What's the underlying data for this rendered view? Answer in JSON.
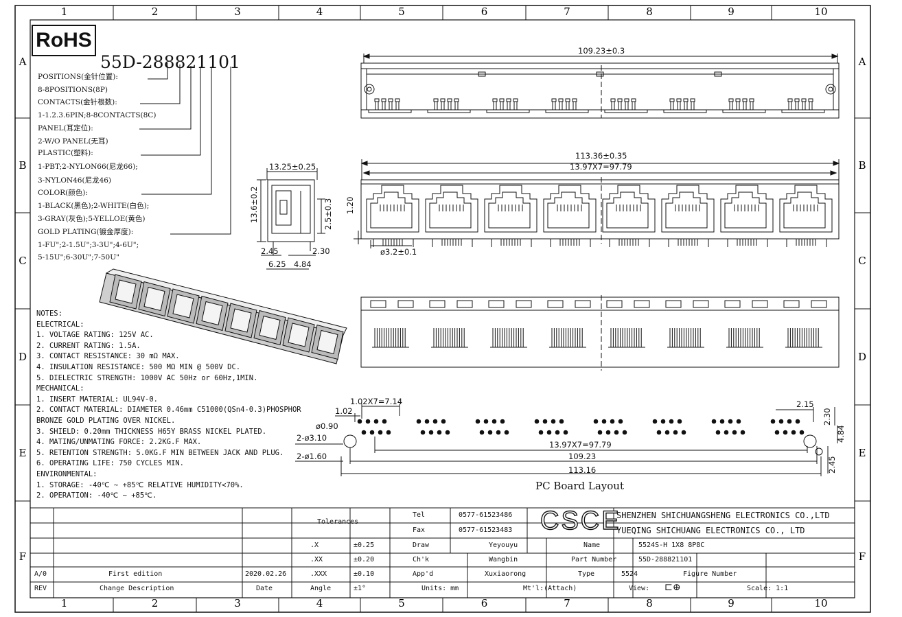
{
  "grid": {
    "cols": [
      "1",
      "2",
      "3",
      "4",
      "5",
      "6",
      "7",
      "8",
      "9",
      "10"
    ],
    "rows": [
      "A",
      "B",
      "C",
      "D",
      "E",
      "F"
    ]
  },
  "rohs": "RoHS",
  "part_code": "55D-288821101",
  "part_legend": [
    "POSITIONS(金针位置):",
    "8-8POSITIONS(8P)",
    "CONTACTS(金针根数):",
    "1-1.2.3.6PIN;8-8CONTACTS(8C)",
    "PANEL(耳定位):",
    "2-W/O PANEL(无耳)",
    "PLASTIC(塑料):",
    "1-PBT;2-NYLON66(尼龙66);",
    "3-NYLON46(尼龙46)",
    "COLOR(颜色):",
    "1-BLACK(黑色);2-WHITE(白色);",
    "3-GRAY(灰色);5-YELLOE(黄色)",
    "GOLD PLATING(镀金厚度):",
    "1-FU\";2-1.5U\";3-3U\";4-6U\";",
    "5-15U\";6-30U\";7-50U\""
  ],
  "notes": [
    "NOTES:",
    "ELECTRICAL:",
    "1. VOLTAGE RATING: 125V AC.",
    "2. CURRENT RATING: 1.5A.",
    "3. CONTACT RESISTANCE: 30 mΩ MAX.",
    "4. INSULATION RESISTANCE: 500 MΩ MIN @ 500V DC.",
    "5. DIELECTRIC STRENGTH: 1000V AC 50Hz or 60Hz,1MIN.",
    "MECHANICAL:",
    "1. INSERT MATERIAL: UL94V-0.",
    "2. CONTACT MATERIAL: DIAMETER 0.46mm C51000(QSn4-0.3)PHOSPHOR",
    "              BRONZE GOLD PLATING OVER NICKEL.",
    "3. SHIELD: 0.20mm THICKNESS H65Y BRASS NICKEL PLATED.",
    "4. MATING/UNMATING FORCE: 2.2KG.F MAX.",
    "5. RETENTION STRENGTH: 5.0KG.F MIN BETWEEN JACK AND PLUG.",
    "6. OPERATING LIFE: 750 CYCLES MIN.",
    "ENVIRONMENTAL:",
    "1. STORAGE: -40℃ ~ +85℃ RELATIVE HUMIDITY<70%.",
    "2. OPERATION: -40℃ ~ +85℃."
  ],
  "dims": {
    "top_overall": "109.23±0.3",
    "front_overall": "113.36±0.35",
    "front_pitch": "13.97X7=97.79",
    "front_height": "1.20",
    "front_hole": "ø3.2±0.1",
    "side_width": "13.25±0.25",
    "side_height": "13.6±0.2",
    "side_pin": "2.5±0.3",
    "side_a": "2.45",
    "side_b": "2.30",
    "side_c": "6.25",
    "side_d": "4.84",
    "pcb_pitch_top": "1.02X7=7.14",
    "pcb_102": "1.02",
    "pcb_090": "ø0.90",
    "pcb_310": "2-ø3.10",
    "pcb_160": "2-ø1.60",
    "pcb_pitch": "13.97X7=97.79",
    "pcb_10923": "109.23",
    "pcb_11316": "113.16",
    "pcb_215": "2.15",
    "pcb_230": "2.30",
    "pcb_484": "4.84",
    "pcb_245": "2.45"
  },
  "pcb_caption": "PC Board Layout",
  "title_block": {
    "tolerances": "Tolerances",
    "tol_rows": [
      [
        ".X",
        "±0.25"
      ],
      [
        ".XX",
        "±0.20"
      ],
      [
        ".XXX",
        "±0.10"
      ],
      [
        "Angle",
        "±1°"
      ]
    ],
    "tel_label": "Tel",
    "tel": "0577-61523486",
    "fax_label": "Fax",
    "fax": "0577-61523483",
    "draw_label": "Draw",
    "draw": "Yeyouyu",
    "chk_label": "Ch'k",
    "chk": "Wangbin",
    "app_label": "App'd",
    "app": "Xuxiaorong",
    "units": "Units: mm",
    "material": "Mt'l:(Attach)",
    "name_label": "Name",
    "name": "5524S-H 1X8 8P8C",
    "pn_label": "Part Number",
    "pn": "55D-288821101",
    "type_label": "Type",
    "type": "5524",
    "fig_label": "Figure Number",
    "view_label": "View:",
    "scale": "Scale: 1:1",
    "logo": "CSCE",
    "company1": "SHENZHEN SHICHUANGSHENG ELECTRONICS CO.,LTD",
    "company2": "YUEQING SHICHUANG ELECTRONICS CO., LTD",
    "rev_rows": [
      [
        "A/0",
        "First edition",
        "2020.02.26"
      ]
    ],
    "rev_header": [
      "REV",
      "Change Description",
      "Date"
    ]
  }
}
